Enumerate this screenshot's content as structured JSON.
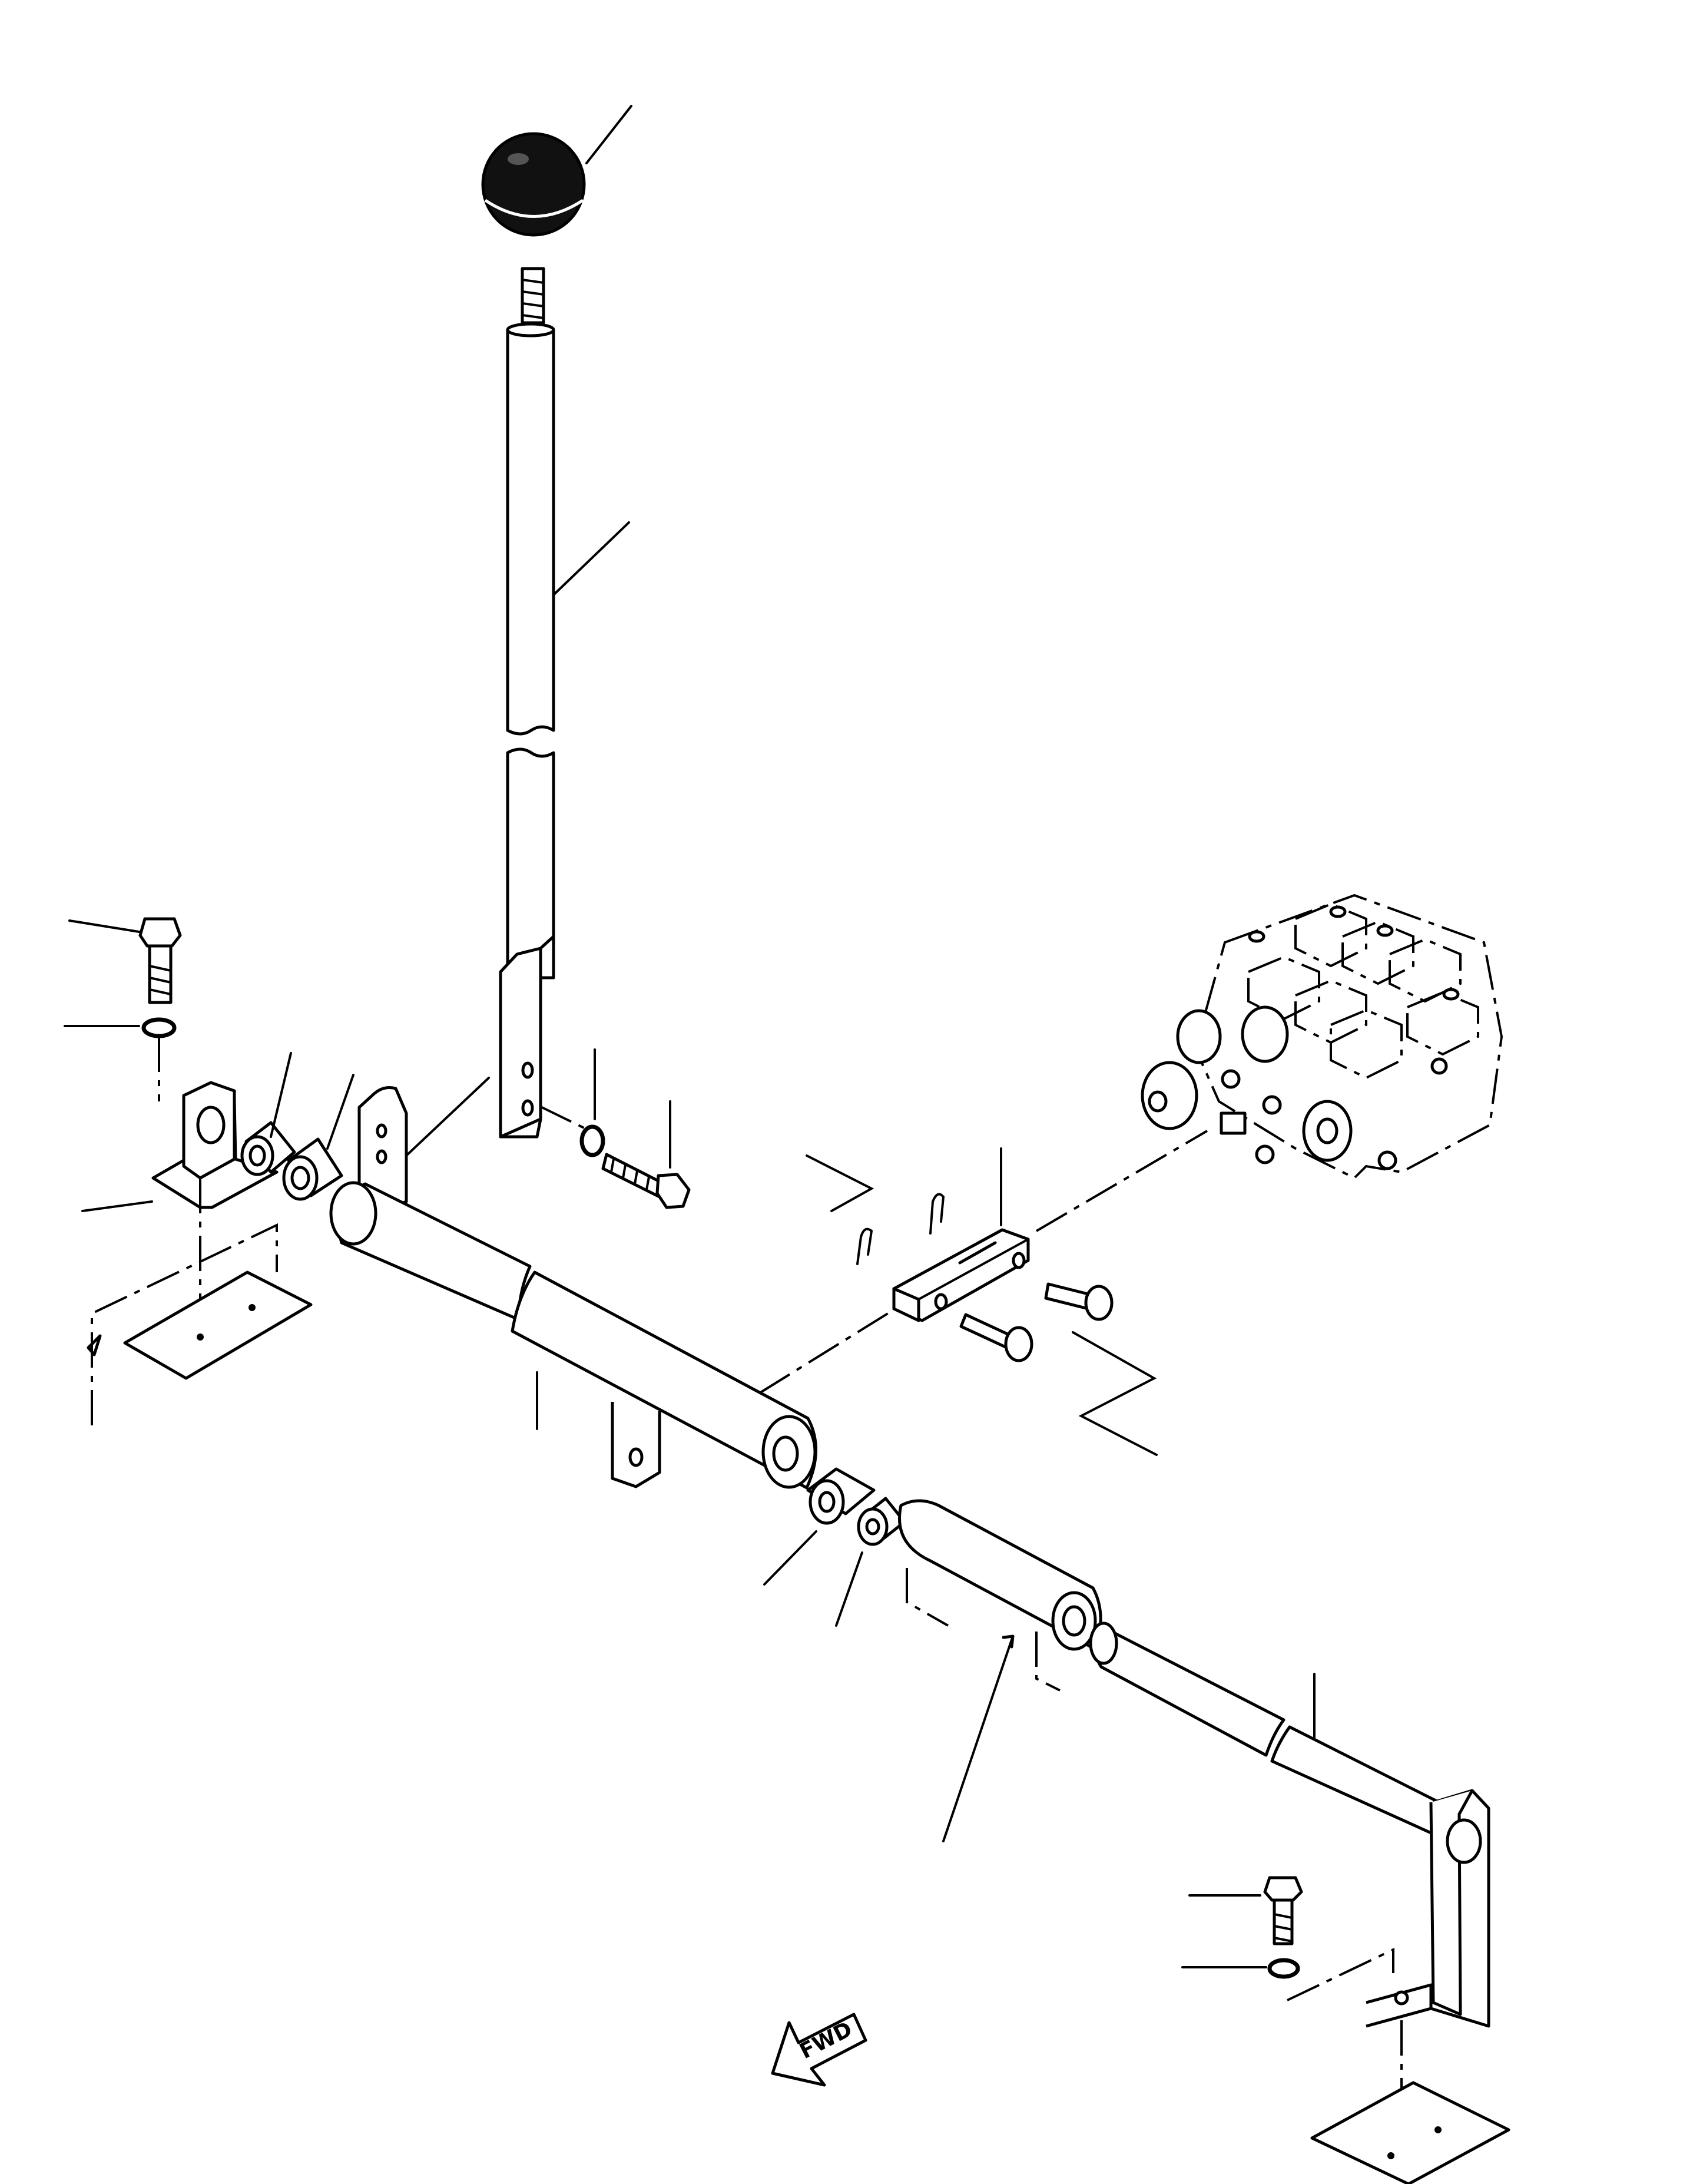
{
  "diagram": {
    "type": "exploded-parts-view",
    "parts": [
      {
        "name": "lever-knob",
        "icon": "knob-icon"
      },
      {
        "name": "control-lever",
        "icon": "lever-icon"
      },
      {
        "name": "upper-bolt",
        "icon": "bolt-icon"
      },
      {
        "name": "upper-lock-washer",
        "icon": "washer-icon"
      },
      {
        "name": "left-support-bracket",
        "icon": "bracket-icon"
      },
      {
        "name": "left-bushing-outer",
        "icon": "bushing-icon"
      },
      {
        "name": "left-bushing-inner",
        "icon": "bushing-icon"
      },
      {
        "name": "cross-shaft",
        "icon": "shaft-icon"
      },
      {
        "name": "lever-pin-bolt",
        "icon": "bolt-icon"
      },
      {
        "name": "lever-pin-washer",
        "icon": "washer-icon"
      },
      {
        "name": "link-plate",
        "icon": "link-icon"
      },
      {
        "name": "cotter-pins",
        "icon": "cotter-pin-icon"
      },
      {
        "name": "clevis-pins",
        "icon": "pin-icon"
      },
      {
        "name": "control-valve",
        "icon": "valve-icon"
      },
      {
        "name": "right-bushing-outer",
        "icon": "bushing-icon"
      },
      {
        "name": "right-bushing-inner",
        "icon": "bushing-icon"
      },
      {
        "name": "right-support-bracket",
        "icon": "bracket-icon"
      },
      {
        "name": "extension-shaft",
        "icon": "shaft-icon"
      },
      {
        "name": "lower-bolt",
        "icon": "bolt-icon"
      },
      {
        "name": "lower-lock-washer",
        "icon": "washer-icon"
      }
    ],
    "direction_label": "FWD"
  }
}
